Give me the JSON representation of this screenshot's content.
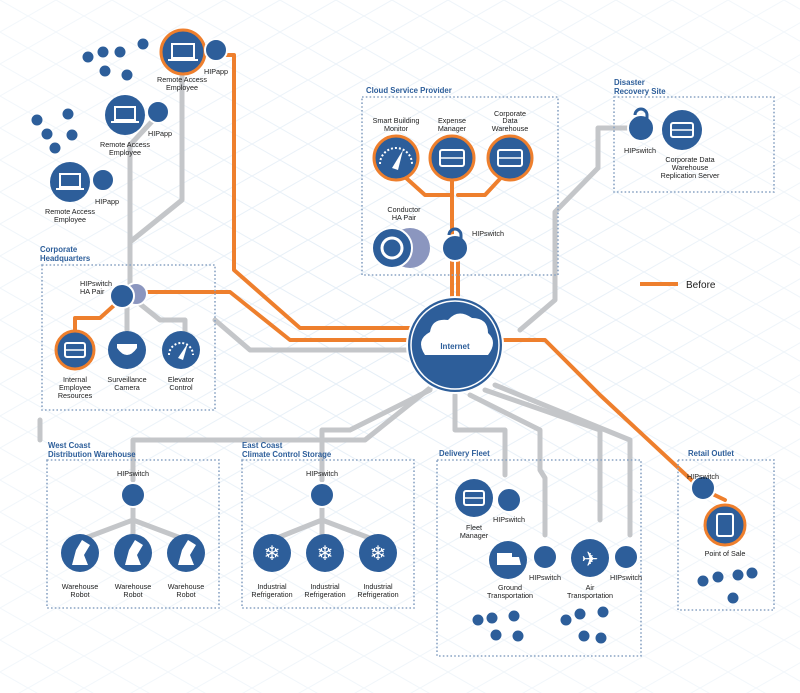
{
  "legend": {
    "label": "Before",
    "color": "#ee7f2d"
  },
  "colors": {
    "node": "#2d5e9a",
    "orange": "#ee7f2d",
    "gray_link": "#c4c6c9"
  },
  "internet": {
    "label": "Internet"
  },
  "groups": {
    "cloud": {
      "title": "Cloud Service Provider",
      "smart": [
        "Smart Building",
        "Monitor"
      ],
      "expense": [
        "Expense",
        "Manager"
      ],
      "warehouse": [
        "Corporate",
        "Data",
        "Warehouse"
      ],
      "conductor": [
        "Conductor",
        "HA Pair"
      ],
      "hipswitch": "HIPswitch"
    },
    "dr": {
      "title": [
        "Disaster",
        "Recovery Site"
      ],
      "hipswitch": "HIPswitch",
      "server": [
        "Corporate Data",
        "Warehouse",
        "Replication Server"
      ]
    },
    "remote": {
      "label": [
        "Remote Access",
        "Employee"
      ],
      "hipapp": "HIPapp"
    },
    "hq": {
      "title": [
        "Corporate",
        "Headquarters"
      ],
      "hipswitch": [
        "HIPswitch",
        "HA Pair"
      ],
      "internal": [
        "Internal",
        "Employee",
        "Resources"
      ],
      "camera": [
        "Surveillance",
        "Camera"
      ],
      "elevator": [
        "Elevator",
        "Control"
      ]
    },
    "west": {
      "title": [
        "West Coast",
        "Distribution Warehouse"
      ],
      "hipswitch": "HIPswitch",
      "robot": [
        "Warehouse",
        "Robot"
      ]
    },
    "east": {
      "title": [
        "East Coast",
        "Climate Control Storage"
      ],
      "hipswitch": "HIPswitch",
      "refrig": [
        "Industrial",
        "Refrigeration"
      ]
    },
    "fleet": {
      "title": "Delivery Fleet",
      "hipswitch": "HIPswitch",
      "manager": [
        "Fleet",
        "Manager"
      ],
      "ground": [
        "Ground",
        "Transportation"
      ],
      "air": [
        "Air",
        "Transportation"
      ]
    },
    "retail": {
      "title": "Retail Outlet",
      "hipswitch": "HIPswitch",
      "pos": "Point of Sale"
    }
  }
}
